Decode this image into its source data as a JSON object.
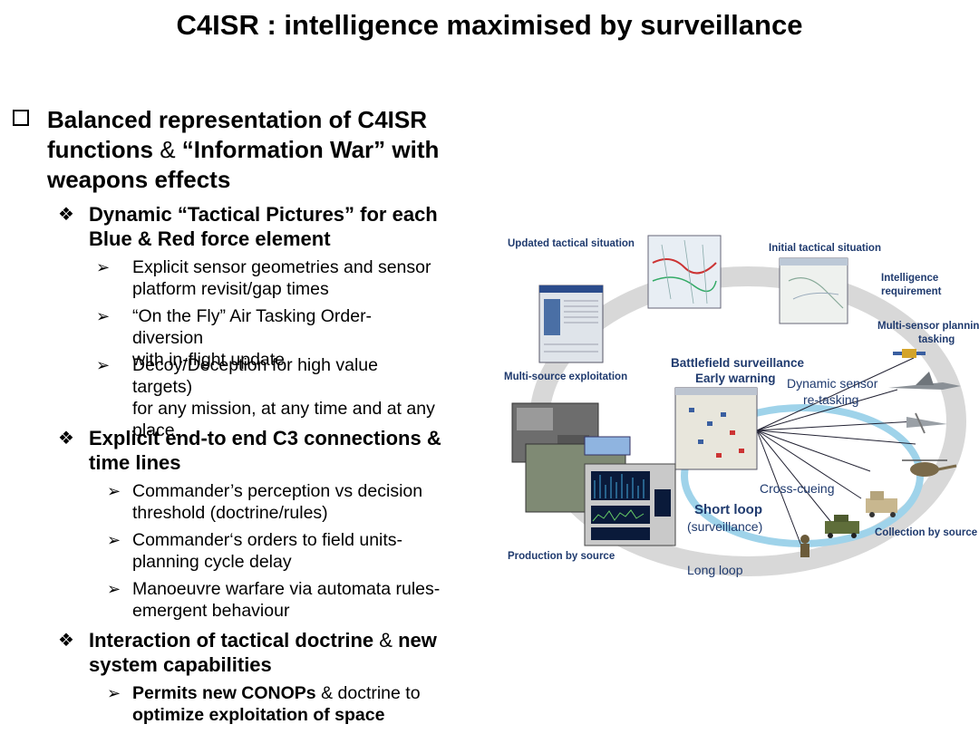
{
  "title": "C4ISR : intelligence maximised by surveillance",
  "main_bullet": {
    "line1": "Balanced representation of C4ISR",
    "line2a": "functions",
    "line2b": " & ",
    "line2c": "“Information War” with",
    "line3": "weapons effects"
  },
  "sub1": {
    "bullet": "❖",
    "line1": "Dynamic “Tactical Pictures” for each",
    "line2": "Blue & Red force element",
    "items": [
      {
        "bullet": "➢",
        "line1": "Explicit sensor geometries and sensor",
        "line2": "platform revisit/gap times"
      },
      {
        "bullet": "➢",
        "line1": "“On the Fly” Air Tasking Order-diversion",
        "line2": "with in-flight update"
      },
      {
        "bullet": "➢",
        "line1": "Decoy/Deception for high value targets)",
        "line2": "for any mission, at any time and at any",
        "line3": "place."
      }
    ]
  },
  "sub2": {
    "bullet": "❖",
    "line1": "Explicit end-to  end  C3 connections &",
    "line2": "time lines",
    "items": [
      {
        "bullet": "➢",
        "line1": "Commander’s perception   vs   decision",
        "line2": "threshold (doctrine/rules)"
      },
      {
        "bullet": "➢",
        "line1": "Commander‘s   orders   to   field   units-",
        "line2": "planning cycle delay"
      },
      {
        "bullet": "➢",
        "line1": "Manoeuvre warfare via automata rules-",
        "line2": "emergent behaviour"
      }
    ]
  },
  "sub3": {
    "bullet": "❖",
    "line1a": "Interaction of tactical doctrine",
    "line1b": " & ",
    "line1c": "new",
    "line2": "system capabilities",
    "items": [
      {
        "bullet": "➢",
        "line1a": "Permits new CONOPs",
        "line1b": " & doctrine to",
        "line2": "optimize exploitation of space"
      }
    ]
  },
  "diagram": {
    "updated": "Updated tactical situation",
    "initial": "Initial tactical situation",
    "intel1": "Intelligence",
    "intel2": "requirement",
    "multisensor1": "Multi-sensor plannin",
    "multisensor2": "tasking",
    "multisource": "Multi-source exploitation",
    "battlefield": "Battlefield surveillance",
    "early": "Early warning",
    "dynamic1": "Dynamic sensor",
    "dynamic2": "re-tasking",
    "crosscue": "Cross-cueing",
    "short1": "Short loop",
    "short2": "(surveillance)",
    "collection": "Collection by source",
    "production": "Production by source",
    "long": "Long loop"
  }
}
